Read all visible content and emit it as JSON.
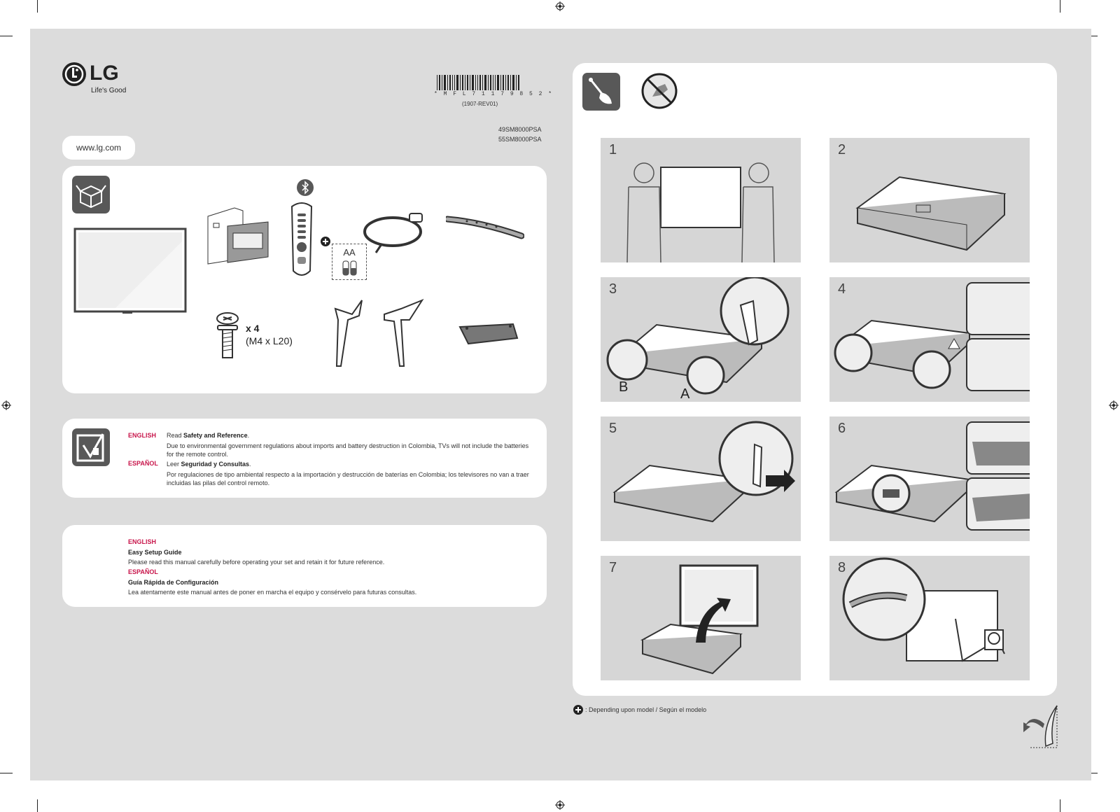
{
  "brand": {
    "logo": "LG",
    "tagline": "Life's Good",
    "url": "www.lg.com"
  },
  "doc": {
    "part_number": "* M F L 7 1 1 7 9 8 5 2 *",
    "revision": "(1907-REV01)",
    "models": [
      "49SM8000PSA",
      "55SM8000PSA"
    ]
  },
  "contents": {
    "remote_batteries": "AA",
    "screw_qty": "x 4",
    "screw_size": "(M4 x L20)"
  },
  "safety": {
    "english_label": "ENGLISH",
    "english_read_prefix": "Read ",
    "english_read_bold": "Safety and Reference",
    "english_read_suffix": ".",
    "english_note": "Due to environmental government regulations about imports and battery destruction in Colombia, TVs will not include the batteries for the remote control.",
    "spanish_label": "ESPAÑOL",
    "spanish_read_prefix": "Leer ",
    "spanish_read_bold": "Seguridad y Consultas",
    "spanish_read_suffix": ".",
    "spanish_note": "Por regulaciones de tipo ambiental respecto a la importación y destrucción de baterías en Colombia; los televisores no van a traer incluidas las pilas del control remoto."
  },
  "guide": {
    "english_label": "ENGLISH",
    "english_title": "Easy Setup Guide",
    "english_body": "Please read this manual carefully before operating your set and retain it for future reference.",
    "spanish_label": "ESPAÑOL",
    "spanish_title": "Guía Rápida de Configuración",
    "spanish_body": "Lea atentamente este manual antes de poner en marcha el equipo y consérvelo para futuras consultas."
  },
  "steps": [
    "1",
    "2",
    "3",
    "4",
    "5",
    "6",
    "7",
    "8"
  ],
  "step_labels": {
    "b": "B",
    "a": "A"
  },
  "footnote": ": Depending upon model / Según el modelo",
  "colors": {
    "accent": "#c8164b",
    "sheet": "#dcdcdc",
    "icon": "#585858"
  }
}
